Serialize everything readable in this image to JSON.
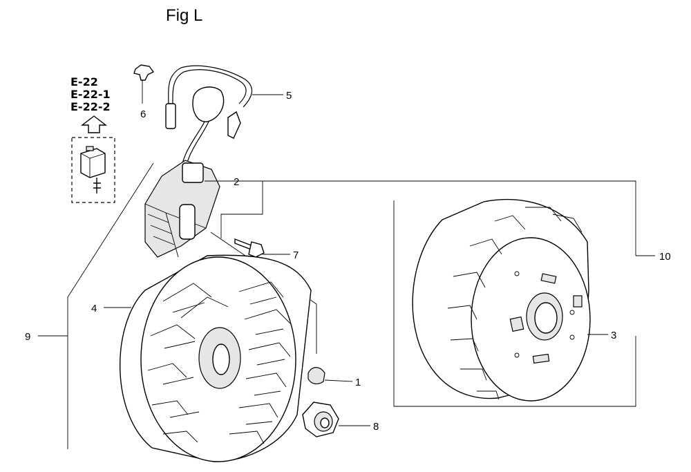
{
  "title": "Fig L",
  "references": [
    "E-22",
    "E-22-1",
    "E-22-2"
  ],
  "callouts": {
    "c1": "1",
    "c2": "2",
    "c3": "3",
    "c4": "4",
    "c5": "5",
    "c6": "6",
    "c7": "7",
    "c8": "8",
    "c9": "9",
    "c10": "10"
  }
}
